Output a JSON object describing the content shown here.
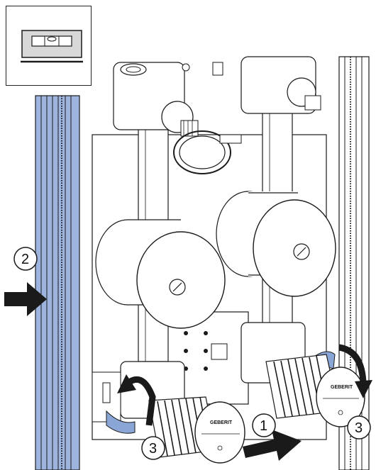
{
  "callouts": {
    "step_1": "1",
    "step_2": "2",
    "step_3_left": "3",
    "step_3_right": "3"
  },
  "labels": {
    "brand_left": "GEBERIT",
    "brand_right": "GEBERIT"
  },
  "icons": {
    "level_inset": "spirit-level-icon",
    "push_arrow": "push-arrow-icon",
    "rotate_arrow": "rotate-arrow-icon"
  },
  "colors": {
    "line": "#1a1a1a",
    "rail_blue": "#9db4de",
    "handle_blue": "#8aa6d6",
    "fill_white": "#ffffff",
    "shade": "#d8d8d8"
  }
}
